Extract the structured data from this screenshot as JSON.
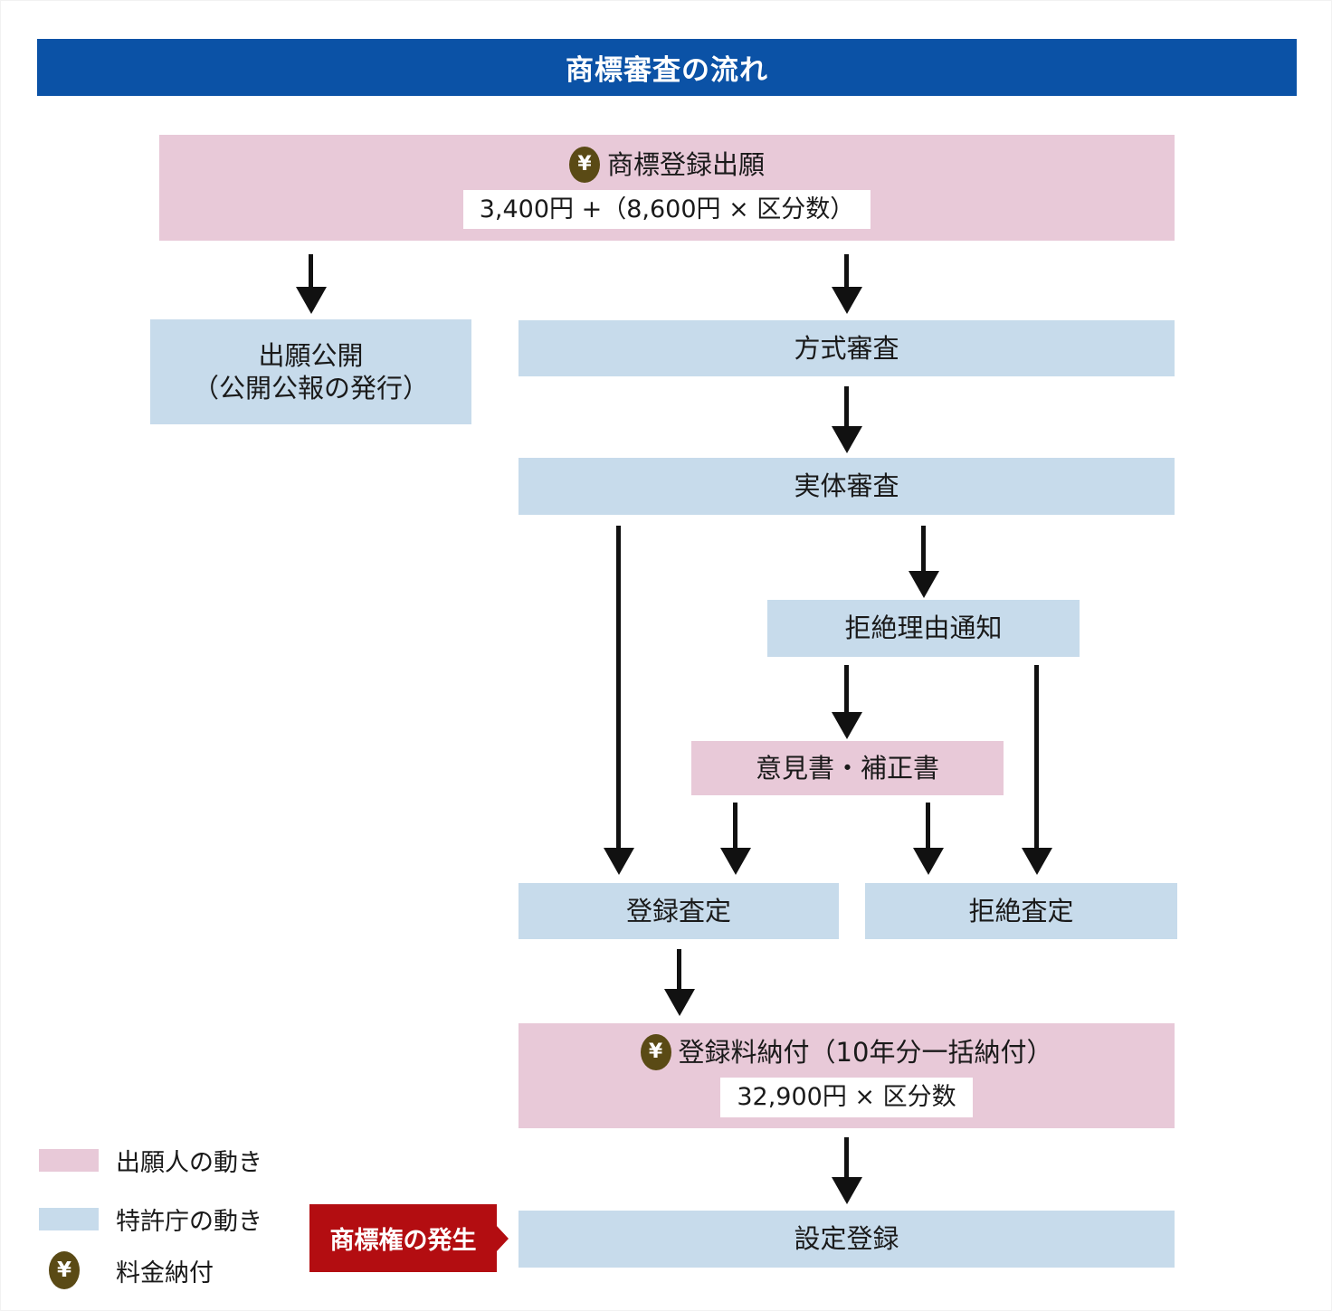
{
  "title": "商標審査の流れ",
  "colors": {
    "header_blue": "#0b52a6",
    "applicant_pink": "#e8c9d8",
    "office_blue": "#c7dbeb",
    "callout_red": "#b30d11",
    "yen_olive": "#5a4a15",
    "arrow_black": "#111111"
  },
  "icons": {
    "yen": "¥"
  },
  "nodes": {
    "filing": {
      "label": "商標登録出願",
      "fee": "3,400円 +（8,600円 × 区分数）"
    },
    "publication": {
      "line1": "出願公開",
      "line2": "（公開公報の発行）"
    },
    "formality_exam": "方式審査",
    "substantive_exam": "実体審査",
    "refusal_notice": "拒絶理由通知",
    "opinion_amendment": "意見書・補正書",
    "registration_decision": "登録査定",
    "refusal_decision": "拒絶査定",
    "fee_payment": {
      "label": "登録料納付（10年分一括納付）",
      "fee": "32,900円 × 区分数"
    },
    "establishment": "設定登録"
  },
  "callout": {
    "label": "商標権の発生"
  },
  "legend": [
    {
      "type": "pink-swatch",
      "label": "出願人の動き"
    },
    {
      "type": "blue-swatch",
      "label": "特許庁の動き"
    },
    {
      "type": "yen-icon",
      "label": "料金納付"
    }
  ]
}
